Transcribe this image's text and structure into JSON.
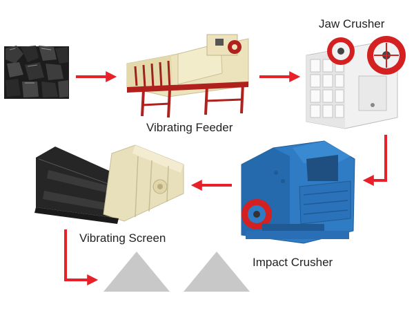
{
  "diagram": {
    "title": "Coal crushing production line",
    "steps": [
      {
        "id": "raw",
        "label": "",
        "icon": "coal-lumps-icon"
      },
      {
        "id": "feeder",
        "label": "Vibrating Feeder",
        "icon": "vibrating-feeder-icon"
      },
      {
        "id": "jaw",
        "label": "Jaw Crusher",
        "icon": "jaw-crusher-icon"
      },
      {
        "id": "impact",
        "label": "Impact Crusher",
        "icon": "impact-crusher-icon"
      },
      {
        "id": "screen",
        "label": "Vibrating Screen",
        "icon": "vibrating-screen-icon"
      },
      {
        "id": "output",
        "label": "",
        "icon": "stockpile-icon"
      }
    ],
    "flow": [
      [
        "raw",
        "feeder"
      ],
      [
        "feeder",
        "jaw"
      ],
      [
        "jaw",
        "impact"
      ],
      [
        "impact",
        "screen"
      ],
      [
        "screen",
        "output"
      ]
    ],
    "colors": {
      "arrow": "#e8202a",
      "feeder_body": "#ece3bc",
      "frame_red": "#b0201c",
      "jaw_body": "#f1f1f1",
      "impact_blue": "#2f7cc4",
      "screen_dark": "#262626",
      "pile_grey": "#c8c8c8"
    }
  }
}
